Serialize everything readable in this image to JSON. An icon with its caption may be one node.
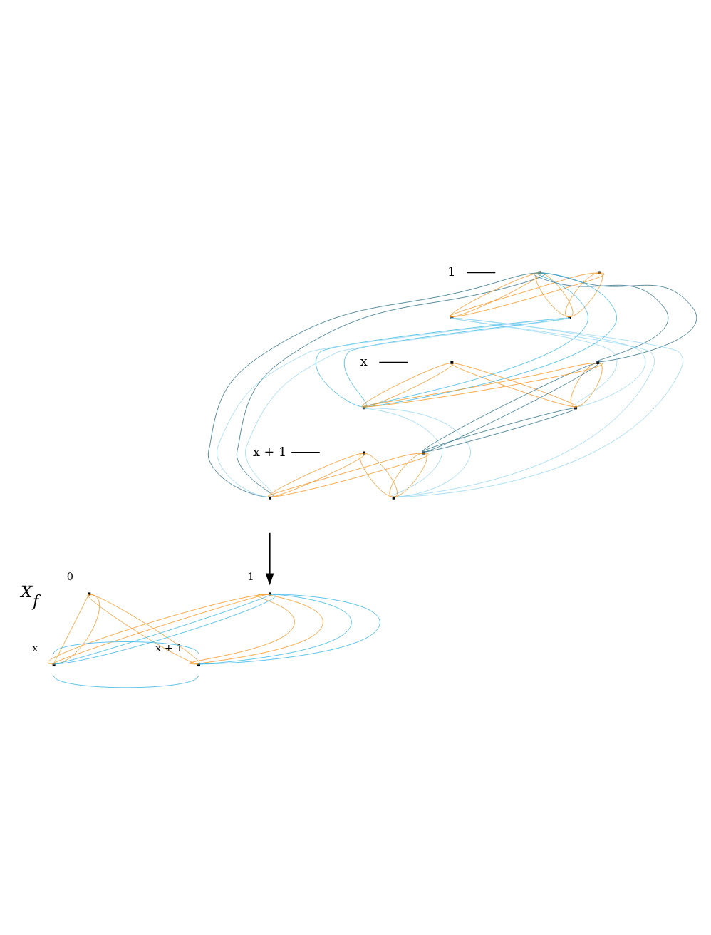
{
  "diagram": {
    "nodes": [
      {
        "text": [],
        "shape": "dot"
      },
      {
        "text": [],
        "shape": "dot"
      },
      {
        "text": [
          "1"
        ]
      },
      {
        "text": [],
        "shape": "dot"
      },
      {
        "text": [],
        "shape": "dot"
      },
      {
        "text": [],
        "shape": "dot"
      },
      {
        "text": [],
        "shape": "dot"
      },
      {
        "text": [
          "x"
        ]
      },
      {
        "text": [],
        "shape": "dot"
      },
      {
        "text": [],
        "shape": "dot"
      },
      {
        "text": [],
        "shape": "dot"
      },
      {
        "text": [],
        "shape": "dot"
      },
      {
        "text": [
          "x + 1"
        ]
      },
      {
        "text": [],
        "shape": "dot"
      },
      {
        "text": [],
        "shape": "dot"
      },
      {
        "text": [],
        "shape": "dot",
        "beside": [
          "0"
        ]
      },
      {
        "text": [],
        "shape": "dot",
        "beside": [
          "1"
        ]
      },
      {
        "text": [],
        "shape": "dot",
        "beside": [
          "x"
        ]
      },
      {
        "text": [],
        "shape": "dot",
        "beside": [
          "x + 1"
        ]
      }
    ],
    "edges": [
      {
        "from": 0,
        "to": 3,
        "arrow": "none"
      },
      {
        "from": 0,
        "to": 3,
        "arrow": "none"
      },
      {
        "from": 0,
        "to": 4,
        "arrow": "none"
      },
      {
        "from": 0,
        "to": 4,
        "arrow": "none"
      },
      {
        "from": 3,
        "to": 1,
        "arrow": "none"
      },
      {
        "from": 3,
        "to": 1,
        "arrow": "none"
      },
      {
        "from": 1,
        "to": 4,
        "arrow": "none"
      },
      {
        "from": 1,
        "to": 4,
        "arrow": "none"
      },
      {
        "from": 5,
        "to": 8,
        "arrow": "none"
      },
      {
        "from": 5,
        "to": 8,
        "arrow": "none"
      },
      {
        "from": 5,
        "to": 9,
        "arrow": "none"
      },
      {
        "from": 5,
        "to": 9,
        "arrow": "none"
      },
      {
        "from": 8,
        "to": 6,
        "arrow": "none"
      },
      {
        "from": 8,
        "to": 6,
        "arrow": "none"
      },
      {
        "from": 6,
        "to": 9,
        "arrow": "none"
      },
      {
        "from": 6,
        "to": 9,
        "arrow": "none"
      },
      {
        "from": 10,
        "to": 13,
        "arrow": "none"
      },
      {
        "from": 10,
        "to": 13,
        "arrow": "none"
      },
      {
        "from": 10,
        "to": 14,
        "arrow": "none"
      },
      {
        "from": 10,
        "to": 14,
        "arrow": "none"
      },
      {
        "from": 13,
        "to": 11,
        "arrow": "none"
      },
      {
        "from": 13,
        "to": 11,
        "arrow": "none"
      },
      {
        "from": 11,
        "to": 14,
        "arrow": "none"
      },
      {
        "from": 11,
        "to": 14,
        "arrow": "none"
      },
      {
        "from": 1,
        "to": 13,
        "arrow": "none",
        "color": "#2b6e84"
      },
      {
        "from": 1,
        "to": 13,
        "arrow": "none",
        "color": "#2b6e84"
      },
      {
        "from": 1,
        "to": 6,
        "arrow": "none",
        "color": "#2b6e84"
      },
      {
        "from": 1,
        "to": 6,
        "arrow": "none",
        "color": "#2b6e84"
      },
      {
        "from": 6,
        "to": 11,
        "arrow": "none",
        "color": "#2b6e84"
      },
      {
        "from": 6,
        "to": 11,
        "arrow": "none",
        "color": "#2b6e84"
      },
      {
        "from": 11,
        "to": 9,
        "arrow": "none",
        "color": "#2b6e84"
      },
      {
        "from": 11,
        "to": 9,
        "arrow": "none",
        "color": "#2b6e84"
      },
      {
        "from": 8,
        "to": 1,
        "arrow": "none",
        "color": "#35b5e5"
      },
      {
        "from": 8,
        "to": 1,
        "arrow": "none",
        "color": "#35b5e5"
      },
      {
        "from": 4,
        "to": 8,
        "arrow": "none",
        "color": "#35b5e5"
      },
      {
        "from": 4,
        "to": 8,
        "arrow": "none",
        "color": "#35b5e5"
      },
      {
        "from": 3,
        "to": 9,
        "arrow": "none",
        "color": "#94d7f1"
      },
      {
        "from": 3,
        "to": 9,
        "arrow": "none",
        "color": "#94d7f1"
      },
      {
        "from": 3,
        "to": 14,
        "arrow": "none",
        "color": "#94d7f1"
      },
      {
        "from": 3,
        "to": 14,
        "arrow": "none",
        "color": "#94d7f1"
      },
      {
        "from": 4,
        "to": 13,
        "arrow": "none",
        "color": "#94d7f1"
      },
      {
        "from": 4,
        "to": 13,
        "arrow": "none",
        "color": "#94d7f1"
      },
      {
        "from": 8,
        "to": 14,
        "arrow": "none",
        "color": "#94d7f1"
      },
      {
        "from": 8,
        "to": 14,
        "arrow": "none",
        "color": "#94d7f1"
      },
      {
        "from": 15,
        "to": 17,
        "arrow": "none"
      },
      {
        "from": 15,
        "to": 17,
        "arrow": "none"
      },
      {
        "from": 15,
        "to": 18,
        "arrow": "none"
      },
      {
        "from": 15,
        "to": 18,
        "arrow": "none"
      },
      {
        "from": 17,
        "to": 16,
        "arrow": "none"
      },
      {
        "from": 17,
        "to": 16,
        "arrow": "none"
      },
      {
        "from": 17,
        "to": 16,
        "arrow": "none",
        "color": "#35b5e5"
      },
      {
        "from": 17,
        "to": 16,
        "arrow": "none",
        "color": "#35b5e5"
      },
      {
        "from": 16,
        "to": 18,
        "arrow": "none"
      },
      {
        "from": 16,
        "to": 18,
        "arrow": "none"
      },
      {
        "from": 16,
        "to": 18,
        "arrow": "none",
        "color": "#35b5e5"
      },
      {
        "from": 16,
        "to": 18,
        "arrow": "none",
        "color": "#35b5e5"
      },
      {
        "from": 17,
        "to": 18,
        "arrow": "none",
        "color": "#35b5e5"
      },
      {
        "from": 17,
        "to": 18,
        "arrow": "none",
        "color": "#35b5e5"
      },
      {
        "from": 2,
        "to": null,
        "arrow": "none",
        "color": "#000000"
      },
      {
        "from": 7,
        "to": null,
        "arrow": "none",
        "color": "#000000"
      },
      {
        "from": 12,
        "to": null,
        "arrow": "none",
        "color": "#000000"
      },
      {
        "from": null,
        "to": 16,
        "arrow": "to",
        "color": "#000000"
      }
    ],
    "labels": [
      "X$_{f}$"
    ]
  }
}
